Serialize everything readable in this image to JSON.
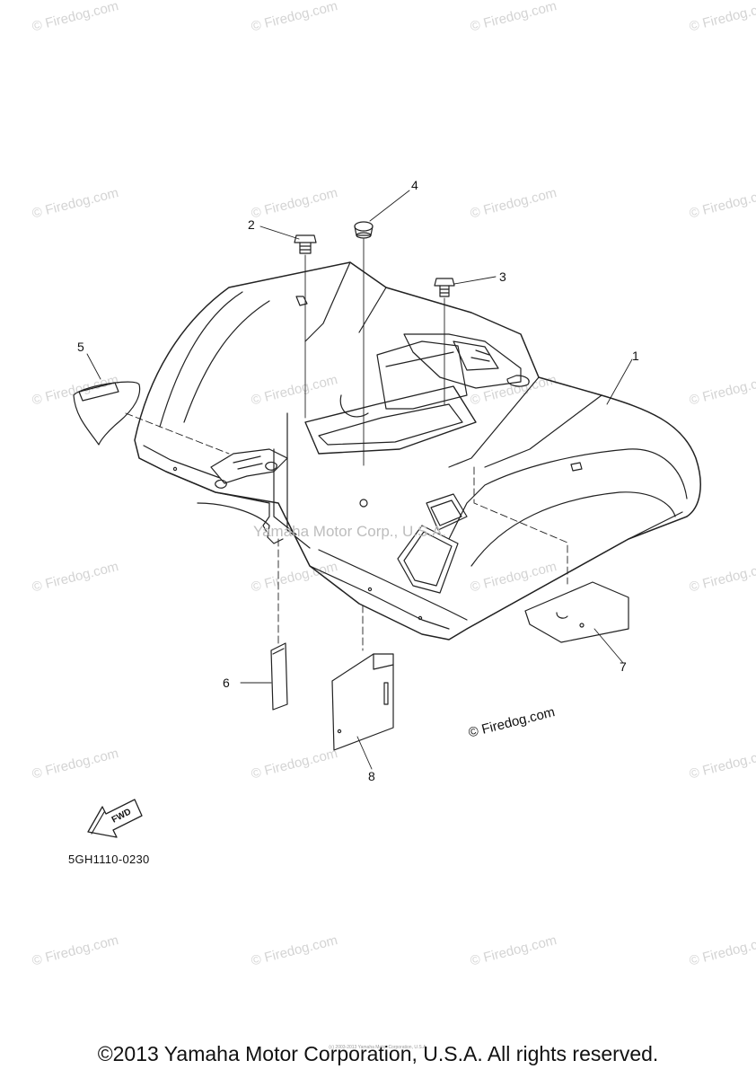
{
  "watermark": "© Firedog.com",
  "center_watermark": "Yamaha Motor Corp., U.S.A.",
  "center_copyright": "© Firedog.com",
  "callouts": [
    "1",
    "2",
    "3",
    "4",
    "5",
    "6",
    "7",
    "8"
  ],
  "fwd_label": "FWD",
  "diagram_code": "5GH1110-0230",
  "footer": "©2013 Yamaha Motor Corporation, U.S.A. All rights reserved.",
  "footer_small": "(c) 2003-2013 Yamaha Motor Corporation, U.S.A."
}
